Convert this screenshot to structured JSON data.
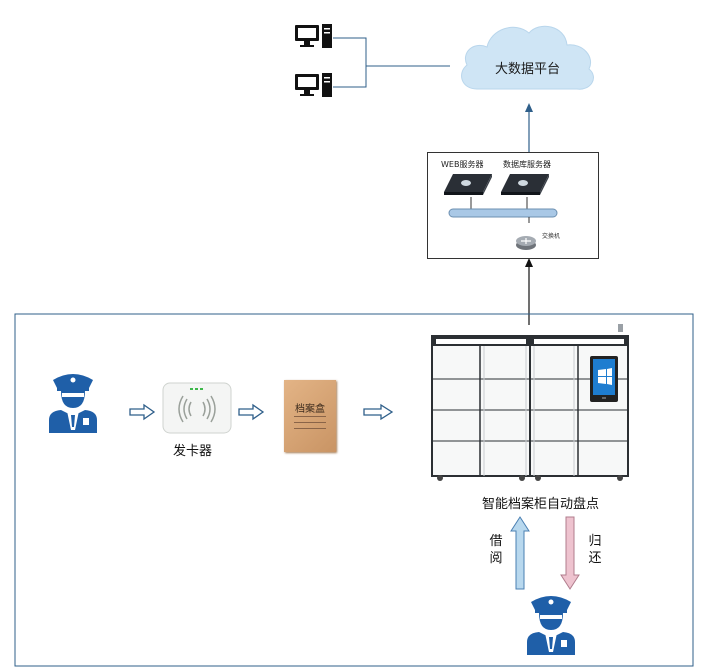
{
  "cloud": {
    "label": "大数据平台"
  },
  "server_box": {
    "web_server": "WEB服务器",
    "db_server": "数据库服务器",
    "switch": "交换机"
  },
  "devices": {
    "card_reader": "发卡器",
    "file_box_text": "档案盒",
    "cabinet": "智能档案柜自动盘点"
  },
  "flows": {
    "borrow": "借阅",
    "return": "归还"
  },
  "colors": {
    "line_blue": "#2f5f8a",
    "police_blue": "#1f5fa8",
    "cloud_fill": "#cfe5f5",
    "borrow_arrow": "#b8d8ee",
    "return_arrow": "#eec3cf",
    "box_brown": "#d9a877"
  }
}
